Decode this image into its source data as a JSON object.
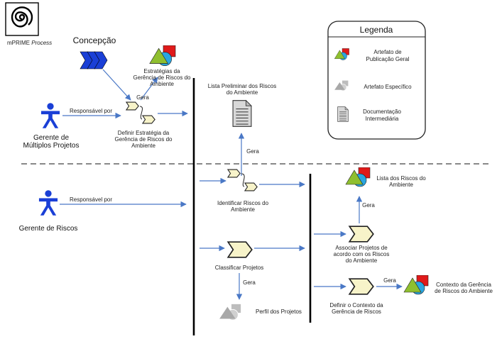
{
  "logo": {
    "text": "mPRIME Process",
    "text_prefix": "m",
    "text_main": "PRIME",
    "text_suffix": "Process"
  },
  "legend": {
    "title": "Legenda",
    "items": [
      {
        "icon": "general-artifact-icon",
        "lines": [
          "Artefato de",
          "Publicação Geral"
        ]
      },
      {
        "icon": "specific-artifact-icon",
        "lines": [
          "Artefato Específico"
        ]
      },
      {
        "icon": "document-icon",
        "lines": [
          "Documentação",
          "Intermediária"
        ]
      }
    ]
  },
  "roles": {
    "multi_project_manager": {
      "lines": [
        "Gerente de",
        "Múltiplos Projetos"
      ],
      "icon": "person-icon"
    },
    "risk_manager": {
      "lines": [
        "Gerente de Riscos"
      ],
      "icon": "person-icon"
    }
  },
  "phase": {
    "label": "Concepção",
    "icon": "phase-chevron-icon"
  },
  "relations": {
    "responsible_1": "Responsável por",
    "responsible_2": "Responsável por",
    "gera_1": "Gera",
    "gera_2": "Gera",
    "gera_3": "Gera",
    "gera_4": "Gera",
    "gera_5": "Gera"
  },
  "activities": {
    "define_strategy": [
      "Definir Estratégia da",
      "Gerência de Riscos do",
      "Ambiente"
    ],
    "identify_risks": [
      "Identificar Riscos do",
      "Ambiente"
    ],
    "classify_projects": [
      "Classificar Projetos"
    ],
    "associate_projects": [
      "Associar Projetos de",
      "acordo com os Riscos",
      "do Ambiente"
    ],
    "define_context": [
      "Definir o Contexto da",
      "Gerência de Riscos"
    ]
  },
  "artifacts": {
    "strategies": [
      "Estratégias da",
      "Gerência de Riscos do",
      "Ambiente"
    ],
    "preliminary_list": [
      "Lista Preliminar dos Riscos",
      "do Ambiente"
    ],
    "risk_list": [
      "Lista dos Riscos do",
      "Ambiente"
    ],
    "project_profile": [
      "Perfil dos Projetos"
    ],
    "risk_context": [
      "Contexto da Gerência",
      "de Riscos do Ambiente"
    ]
  },
  "colors": {
    "arrow": "#4a78c6",
    "role_blue": "#1a3fd6",
    "artifact_green": "#8fbf2f",
    "artifact_cyan": "#2aa6e0",
    "artifact_red": "#e01a1a",
    "activity_fill": "#f7f3c9"
  }
}
